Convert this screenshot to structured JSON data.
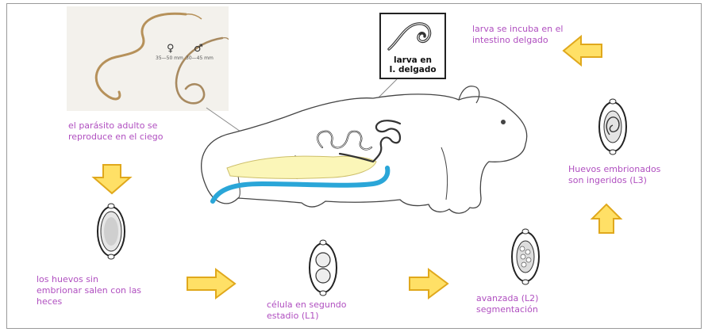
{
  "labels": {
    "larva_incubates": [
      "larva se incuba en el",
      "intestino delgado"
    ],
    "adult_reproduces": [
      "el parásito adulto se",
      "reproduce en el ciego"
    ],
    "embryonated_eggs": [
      "Huevos embrionados",
      "son ingeridos  (L3)"
    ],
    "eggs_unembryonated": [
      "los huevos sin",
      "embrionar salen con las",
      "heces"
    ],
    "second_stage_cell": [
      "célula en segundo",
      "estadio    (L1)"
    ],
    "advanced_segmentation": [
      "avanzada  (L2)",
      "segmentación"
    ]
  },
  "larva_box": [
    "larva en",
    "I. delgado"
  ],
  "photo": {
    "female_symbol": "♀",
    "male_symbol": "♂",
    "female_size": "35—50 mm",
    "male_size": "30—45 mm"
  },
  "colors": {
    "label_text": "#b04fc0",
    "arrow_fill": "#ffe066",
    "arrow_stroke": "#e0a81c",
    "intestine": "#2aa6d8",
    "cecum": "#fbf6b8"
  }
}
